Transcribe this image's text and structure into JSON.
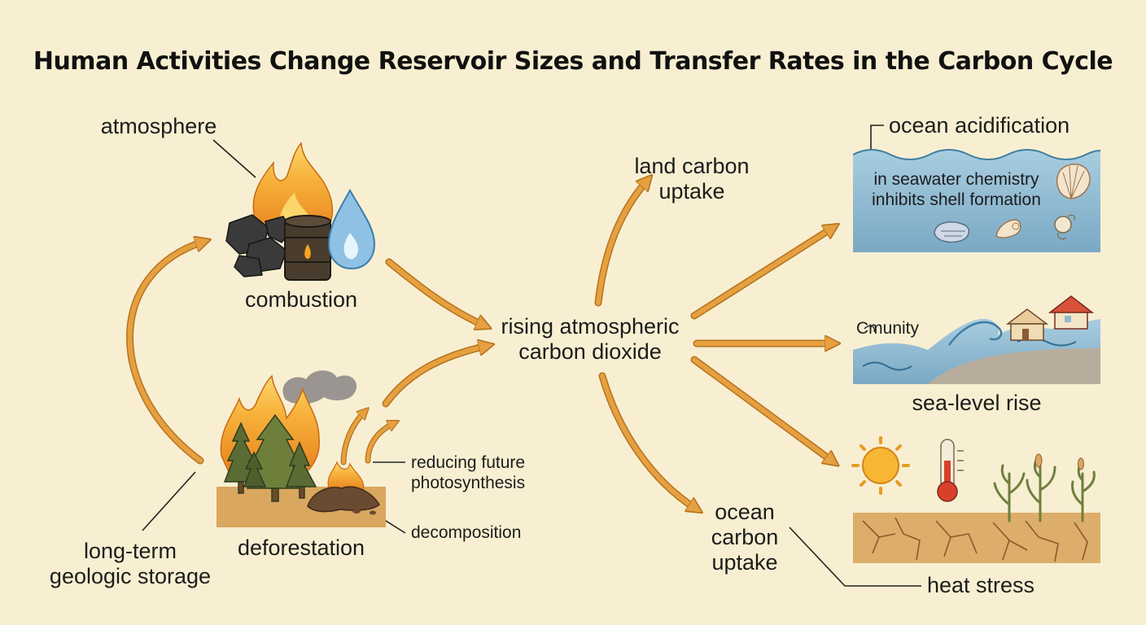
{
  "title": "Human Activities Change Reservoir Sizes and Transfer Rates in the Carbon Cycle",
  "labels": {
    "atmosphere": "atmosphere",
    "combustion": "combustion",
    "deforestation": "deforestation",
    "long_term_line1": "long-term",
    "long_term_line2": "geologic storage",
    "reducing_line1": "reducing future",
    "reducing_line2": "photosynthesis",
    "decomposition": "decomposition",
    "rising_line1": "rising atmospheric",
    "rising_line2": "carbon dioxide",
    "land_line1": "land carbon",
    "land_line2": "uptake",
    "ocean_uptake_line1": "ocean",
    "ocean_uptake_line2": "carbon",
    "ocean_uptake_line3": "uptake",
    "ocean_acidification": "ocean acidification",
    "acid_line1": "in seawater chemistry",
    "acid_line2": "inhibits shell formation",
    "community": "Cmunity",
    "sea_level_rise": "sea-level rise",
    "heat_stress": "heat stress"
  },
  "colors": {
    "background": "#f8efd2",
    "arrow": "#e6a040",
    "arrow_stroke": "#b5731f",
    "ocean": "#8fb9cf",
    "soil": "#d9a75f",
    "flame": "#f5a623"
  }
}
